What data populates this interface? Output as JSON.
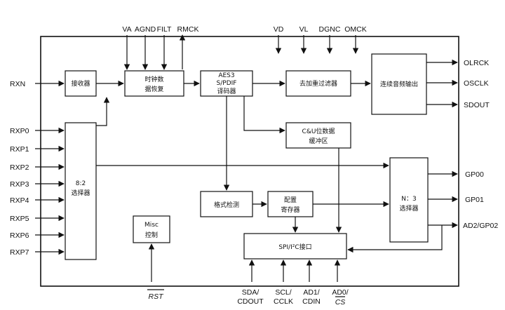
{
  "top_pins": {
    "va": "VA",
    "agnd": "AGND",
    "filt": "FILT",
    "rmck": "RMCK",
    "vd": "VD",
    "vl": "VL",
    "dgnc": "DGNC",
    "omck": "OMCK"
  },
  "left_pins": {
    "rxn": "RXN",
    "rxp": [
      "RXP0",
      "RXP1",
      "RXP2",
      "RXP3",
      "RXP4",
      "RXP5",
      "RXP6",
      "RXP7"
    ]
  },
  "right_pins": {
    "olrck": "OLRCK",
    "osclk": "OSCLK",
    "sdout": "SDOUT",
    "gp00": "GP00",
    "gp01": "GP01",
    "ad2gp02": "AD2/GP02"
  },
  "bottom_pins": {
    "rst": "RST",
    "sda_1": "SDA/",
    "sda_2": "CDOUT",
    "scl_1": "SCL/",
    "scl_2": "CCLK",
    "ad1_1": "AD1/",
    "ad1_2": "CDIN",
    "ad0_1": "AD0/",
    "ad0_2": "CS"
  },
  "blocks": {
    "receiver": "接收器",
    "clock_recovery_1": "时钟数",
    "clock_recovery_2": "据恢复",
    "decoder_1": "AES3",
    "decoder_2": "S/PDIF",
    "decoder_3": "译码器",
    "deemphasis": "去加重过滤器",
    "serial_out": "连续音频输出",
    "cu_buffer_1": "C&U位数据",
    "cu_buffer_2": "缓冲区",
    "selector82_1": "8:2",
    "selector82_2": "选择器",
    "selectorN3_1": "N：3",
    "selectorN3_2": "选择器",
    "format_detect": "格式检测",
    "config_reg_1": "配置",
    "config_reg_2": "寄存器",
    "misc_1": "Misc",
    "misc_2": "控制",
    "spi_label": "SPI/I²C接口"
  }
}
